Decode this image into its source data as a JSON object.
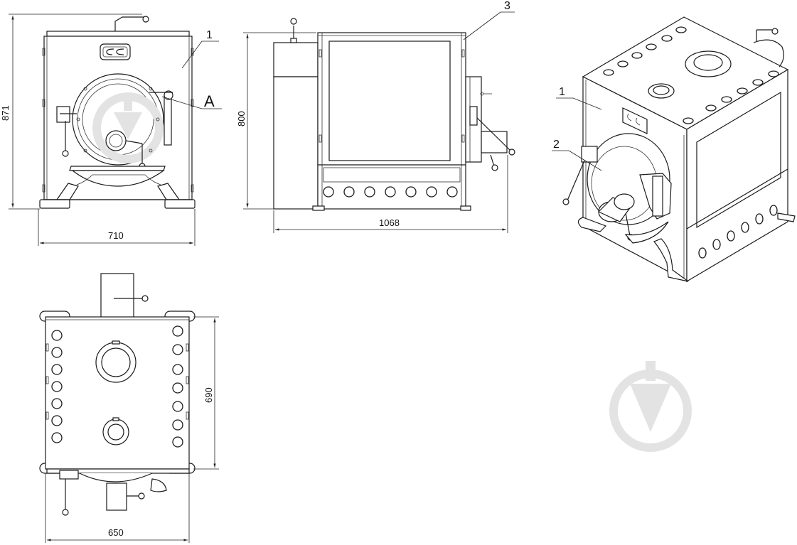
{
  "dimensions": {
    "front_height": "871",
    "front_width": "710",
    "side_height": "800",
    "side_length": "1068",
    "top_depth": "690",
    "top_width": "650"
  },
  "callouts": {
    "casing": "1",
    "detail_a": "A",
    "grille": "3",
    "iso_casing": "1",
    "iso_door": "2"
  },
  "colors": {
    "line": "#1a1a1a",
    "watermark": "#e3e3e3"
  },
  "icons": [
    "logo-sc-icon",
    "watermark-icon"
  ]
}
